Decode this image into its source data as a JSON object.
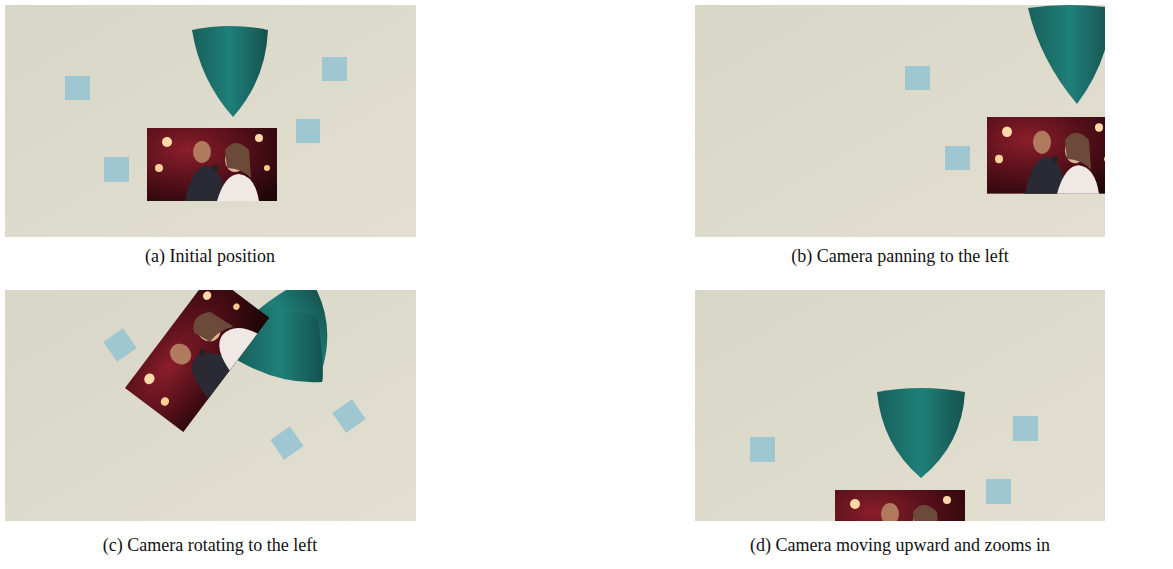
{
  "diagram": {
    "labels": [
      "(a) Initial position",
      "(b) Camera panning to the left",
      "(c) Camera rotating to the left",
      "(d) Camera moving upward and zooms in"
    ]
  }
}
